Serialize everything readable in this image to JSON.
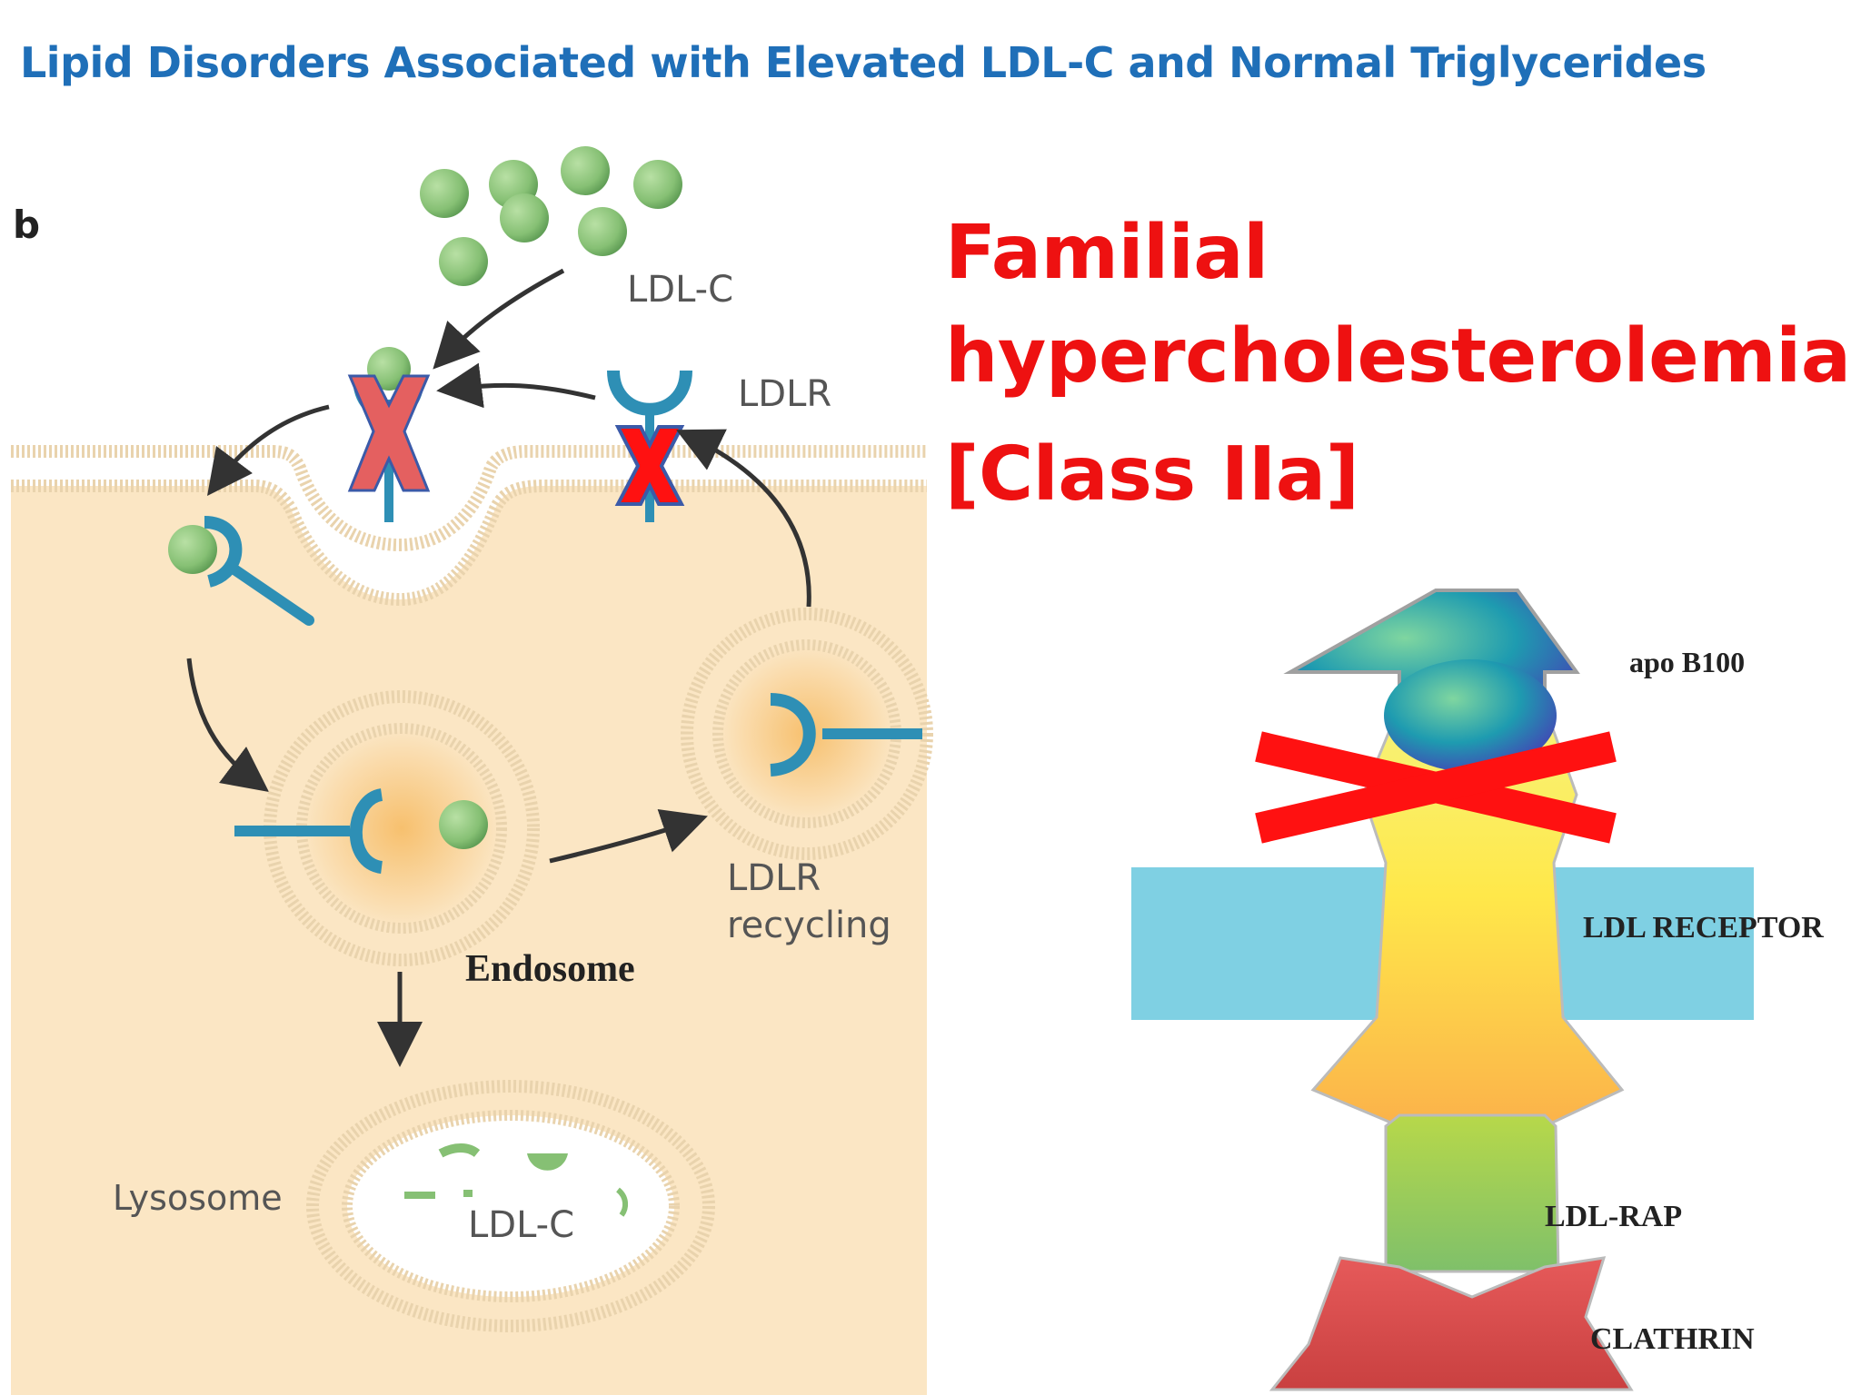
{
  "slide": {
    "title": "Lipid Disorders Associated with Elevated LDL-C and Normal Triglycerides"
  },
  "heading": {
    "line1": "Familial",
    "line2": "hypercholesterolemia",
    "line3": "[Class IIa]",
    "color": "#ee1111"
  },
  "left_diagram": {
    "panel_letter": "b",
    "ldl_c_label": "LDL-C",
    "ldlr_label": "LDLR",
    "ldlr_recycling_line1": "LDLR",
    "ldlr_recycling_line2": "recycling",
    "endosome_label": "Endosome",
    "lysosome_label": "Lysosome",
    "lysosome_ldl_c_label": "LDL-C"
  },
  "right_diagram": {
    "apo_b100_label": "apo B100",
    "ldl_receptor_label": "LDL RECEPTOR",
    "ldl_rap_label": "LDL-RAP",
    "clathrin_label": "CLATHRIN"
  },
  "colors": {
    "title_blue": "#1f6fb8",
    "cell_cytoplasm": "#fbe6c4",
    "receptor_teal": "#2e8fb5",
    "ldl_particle_green": "#8cc47a",
    "membrane_blue": "#7fd0e3",
    "cross_red": "#ff1111"
  }
}
